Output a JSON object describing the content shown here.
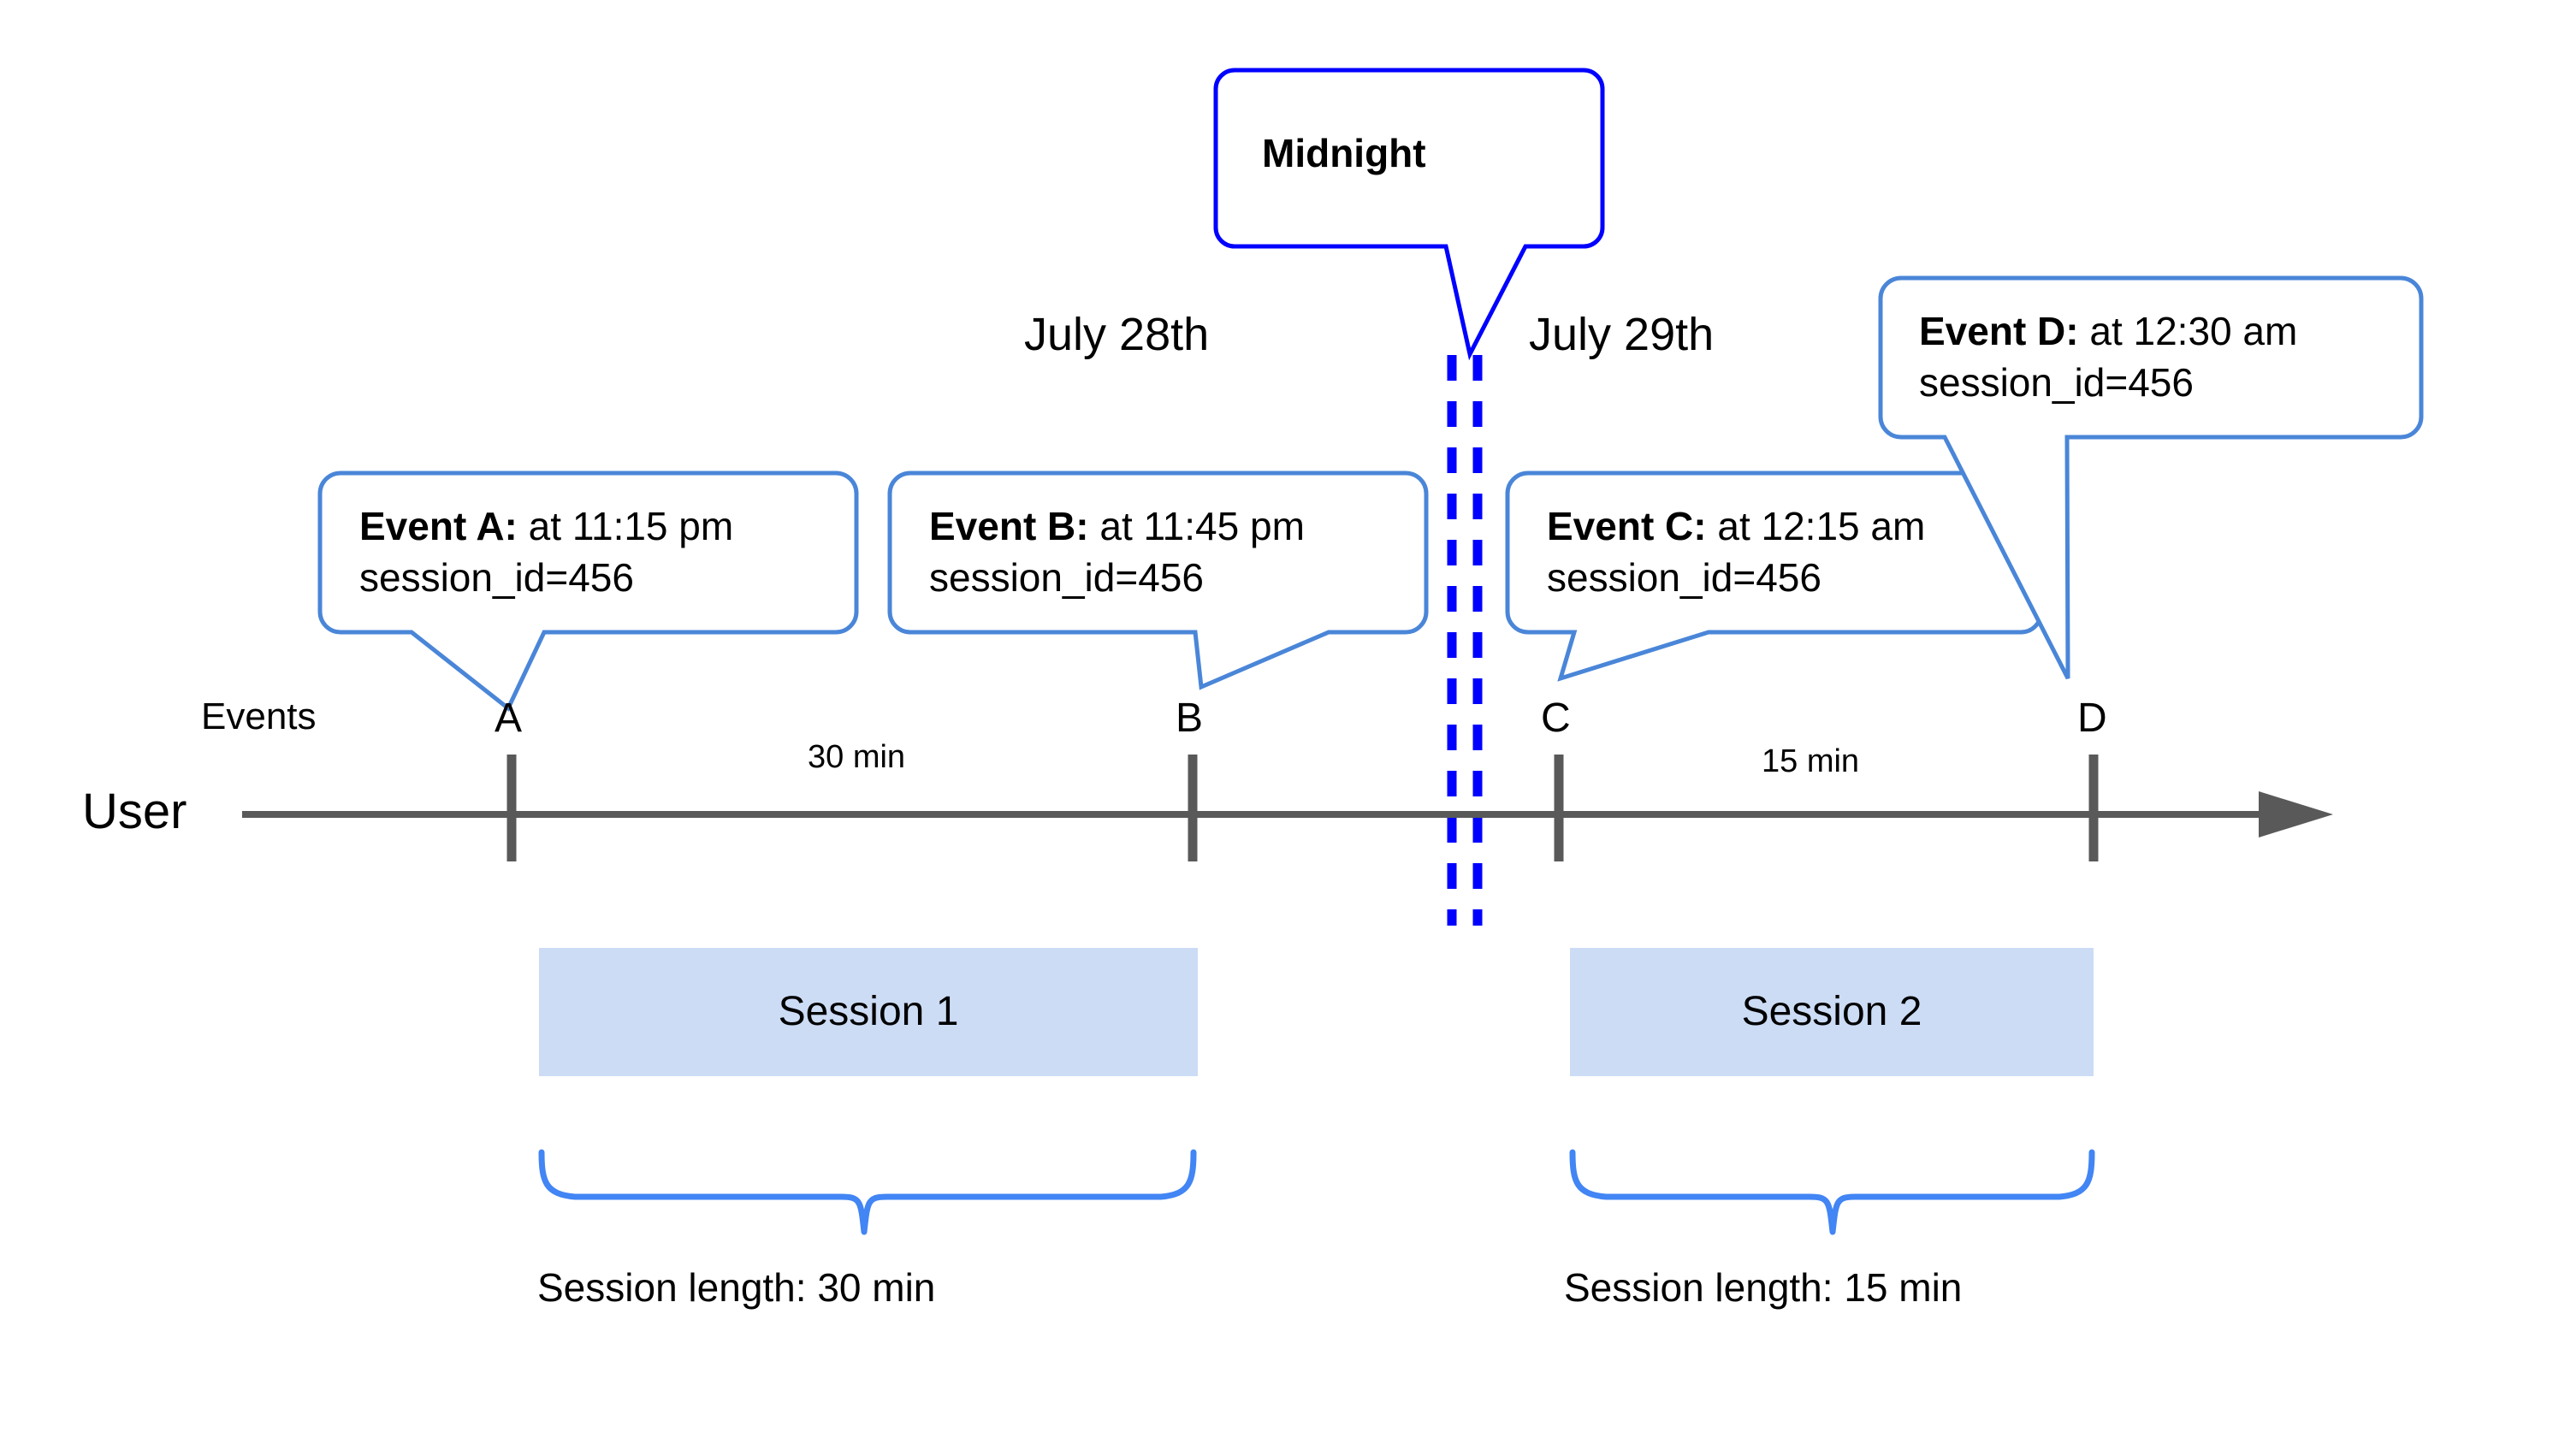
{
  "diagram": {
    "title_note": "Midnight",
    "axis": {
      "row_label": "User",
      "events_label": "Events"
    },
    "dates": [
      {
        "label": "July 28th"
      },
      {
        "label": "July 29th"
      }
    ],
    "midnight": {
      "label": "Midnight"
    },
    "markers": [
      {
        "letter": "A"
      },
      {
        "letter": "B"
      },
      {
        "letter": "C"
      },
      {
        "letter": "D"
      }
    ],
    "intervals": [
      {
        "label": "30 min"
      },
      {
        "label": "15 min"
      }
    ],
    "callouts": [
      {
        "title": "Event A:",
        "time": " at 11:15 pm",
        "detail": "session_id=456"
      },
      {
        "title": "Event B:",
        "time": " at 11:45 pm",
        "detail": "session_id=456"
      },
      {
        "title": "Event C:",
        "time": " at 12:15 am",
        "detail": "session_id=456"
      },
      {
        "title": "Event D:",
        "time": " at 12:30 am",
        "detail": "session_id=456"
      }
    ],
    "sessions": [
      {
        "name": "Session 1",
        "length_label": "Session length: 30 min"
      },
      {
        "name": "Session 2",
        "length_label": "Session length: 15 min"
      }
    ],
    "colors": {
      "callout_border": "#4a86d8",
      "midnight_border": "#0000ff",
      "midnight_dash": "#0000ff",
      "axis": "#595959",
      "session_fill": "#ccdcf5",
      "brace": "#4285f4",
      "text": "#000000"
    }
  }
}
